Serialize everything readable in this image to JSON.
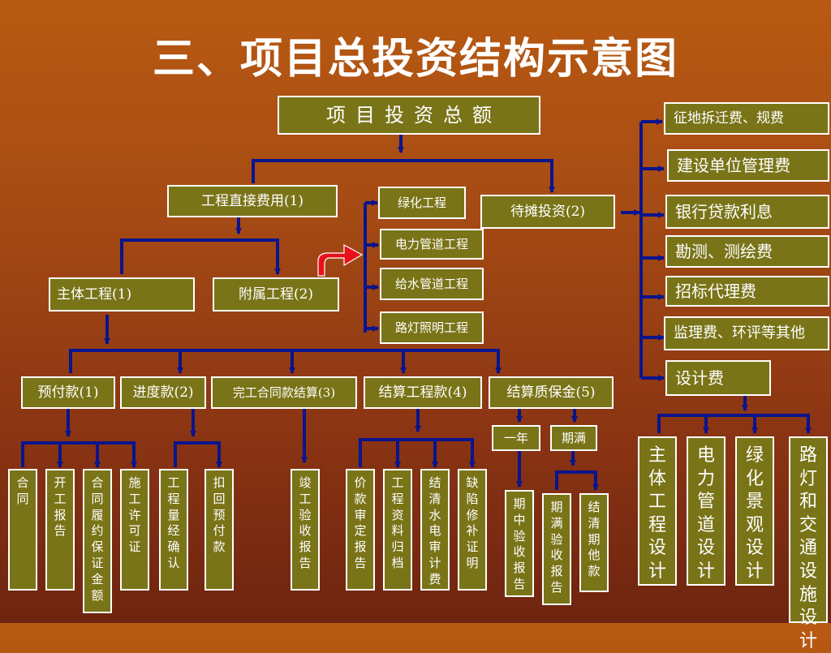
{
  "title": "三、项目总投资结构示意图",
  "colors": {
    "box_fill": "#7a7418",
    "box_border": "#ffffff",
    "connector": "#0a148c",
    "arrow": "#e8101a"
  },
  "nodes": {
    "root": "项目投资总额",
    "direct_costs": "工程直接费用(1)",
    "amortized_investment": "待摊投资(2)",
    "main_works": "主体工程(1)",
    "ancillary_works": "附属工程(2)",
    "ancillary_items": [
      "绿化工程",
      "电力管道工程",
      "给水管道工程",
      "路灯照明工程"
    ],
    "amortized_items": [
      "征地拆迁费、规费",
      "建设单位管理费",
      "银行贷款利息",
      "勘测、测绘费",
      "招标代理费",
      "监理费、环评等其他",
      "设计费"
    ],
    "payment_stages": [
      "预付款(1)",
      "进度款(2)",
      "完工合同款结算(3)",
      "结算工程款(4)",
      "结算质保金(5)"
    ],
    "advance_docs": [
      "合同",
      "开工报告",
      "合同履约保证金额",
      "施工许可证"
    ],
    "progress_docs": [
      "工程量经确认",
      "扣回预付款"
    ],
    "completion_docs": [
      "竣工验收报告"
    ],
    "settlement_docs": [
      "价款审定报告",
      "工程资料归档",
      "结清水电审计费",
      "缺陷修补证明"
    ],
    "warranty_periods": [
      "一年",
      "期满"
    ],
    "one_year_docs": [
      "期中验收报告"
    ],
    "expiry_docs": [
      "期满验收报告",
      "结清期他款"
    ],
    "design_items": [
      "主体工程设计",
      "电力管道设计",
      "绿化景观设计",
      "路灯和交通设施设计"
    ]
  }
}
